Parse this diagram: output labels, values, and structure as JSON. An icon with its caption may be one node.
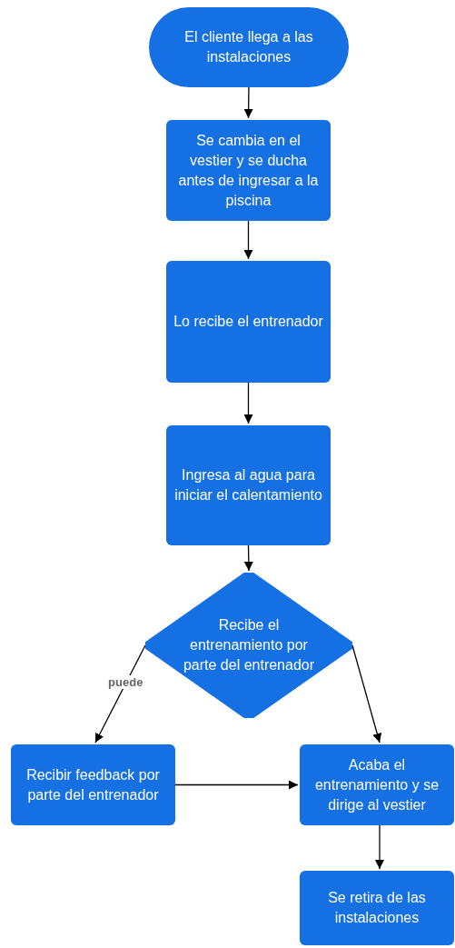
{
  "diagram": {
    "nodes": [
      {
        "text": [
          "El cliente llega a las instalaciones"
        ]
      },
      {
        "text": [
          "Se cambia en el vestier y se ducha antes de ingresar a la piscina"
        ]
      },
      {
        "text": [
          "Lo recibe el entrenador"
        ]
      },
      {
        "text": [
          "Ingresa al agua para iniciar el calentamiento"
        ]
      },
      {
        "text": [
          "Recibe el entrenamiento por parte del entrenador"
        ]
      },
      {
        "text": [
          "Recibir feedback por parte del entrenador"
        ]
      },
      {
        "text": [
          "Acaba el entrenamiento y se dirige al vestier"
        ]
      },
      {
        "text": [
          "Se retira de las instalaciones"
        ]
      }
    ],
    "edges": [
      {
        "from": 0,
        "to": 1,
        "arrow": "to"
      },
      {
        "from": 1,
        "to": 2,
        "arrow": "to"
      },
      {
        "from": 2,
        "to": 3,
        "arrow": "to"
      },
      {
        "from": 3,
        "to": 4,
        "arrow": "to"
      },
      {
        "from": 4,
        "to": 5,
        "arrow": "to",
        "label": "puede"
      },
      {
        "from": 4,
        "to": 6,
        "arrow": "to"
      },
      {
        "from": 5,
        "to": 6,
        "arrow": "to"
      },
      {
        "from": 6,
        "to": 7,
        "arrow": "to"
      }
    ]
  }
}
